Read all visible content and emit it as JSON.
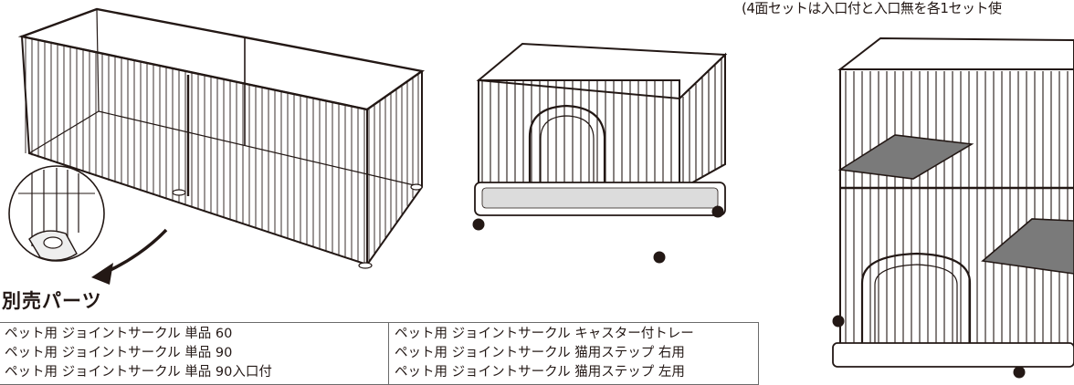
{
  "note": "(4面セットは入口付と入口無を各1セット使",
  "parts_section": {
    "title": "別売パーツ",
    "columns": [
      [
        "ペット用 ジョイントサークル 単品 60",
        "ペット用 ジョイントサークル 単品 90",
        "ペット用 ジョイントサークル 単品 90入口付"
      ],
      [
        "ペット用 ジョイントサークル キャスター付トレー",
        "ペット用 ジョイントサークル 猫用ステップ 右用",
        "ペット用 ジョイントサークル 猫用ステップ 左用"
      ]
    ]
  },
  "colors": {
    "line": "#231815",
    "shelf": "#7a7a7a",
    "tray": "#d8d8d8"
  }
}
